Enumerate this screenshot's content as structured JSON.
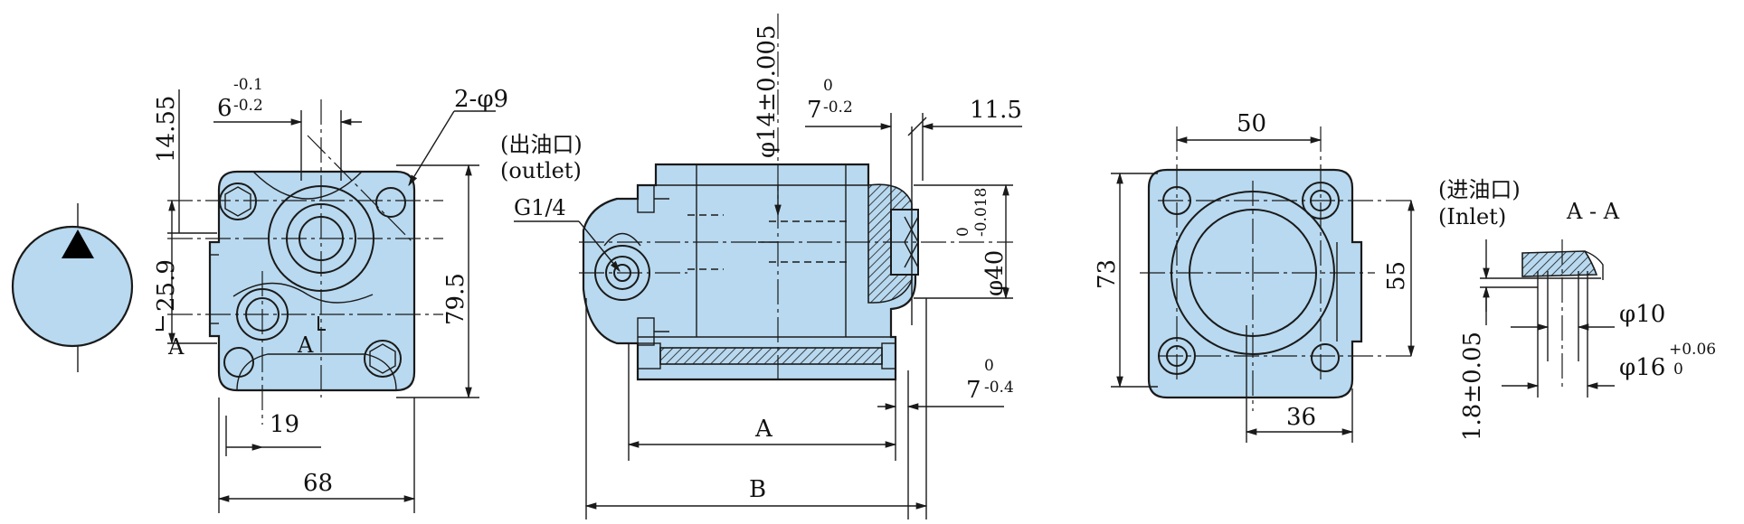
{
  "symbol": {
    "arrow_color": "#000000",
    "fill_color": "#b8d9ef"
  },
  "front_view": {
    "dim_6": "6",
    "dim_6_tol_upper": "-0.1",
    "dim_6_tol_lower": "-0.2",
    "dim_14_55": "14.55",
    "dim_2_phi9": "2-φ9",
    "dim_25_9": "25.9",
    "dim_79_5": "79.5",
    "dim_19": "19",
    "dim_68": "68",
    "section_mark_left": "A",
    "section_mark_right": "A"
  },
  "side_view": {
    "outlet_cn": "(出油口)",
    "outlet_en": "(outlet)",
    "port_thread": "G1/4",
    "dim_phi14": "φ14±0.005",
    "dim_7_top": "7",
    "dim_7_top_tol_upper": "0",
    "dim_7_top_tol_lower": "-0.2",
    "dim_11_5": "11.5",
    "dim_phi40": "φ40",
    "dim_phi40_tol_upper": "0",
    "dim_phi40_tol_lower": "-0.018",
    "dim_7_bottom": "7",
    "dim_7_bottom_tol_upper": "0",
    "dim_7_bottom_tol_lower": "-0.4",
    "dim_A": "A",
    "dim_B": "B"
  },
  "rear_view": {
    "dim_50": "50",
    "dim_73": "73",
    "dim_55": "55",
    "dim_36": "36"
  },
  "section_view": {
    "inlet_cn": "(进油口)",
    "inlet_en": "(Inlet)",
    "title": "A - A",
    "dim_phi10": "φ10",
    "dim_phi16": "φ16",
    "dim_phi16_tol_upper": "+0.06",
    "dim_phi16_tol_lower": "0",
    "dim_1_8": "1.8±0.05"
  }
}
